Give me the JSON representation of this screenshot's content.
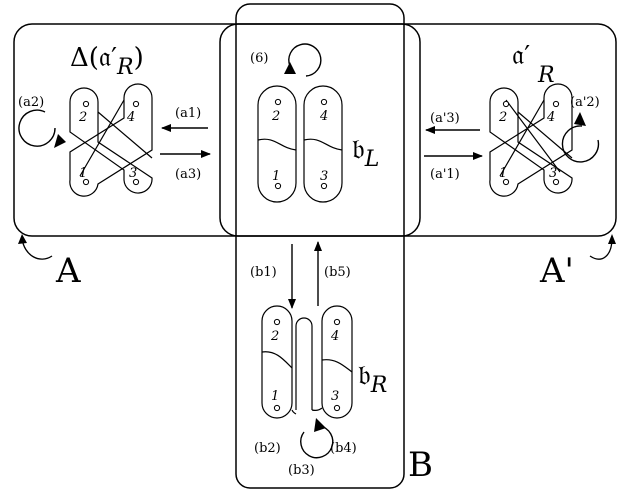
{
  "labels": {
    "a1": "(a1)",
    "a2": "(a2)",
    "a3": "(a3)",
    "ap1": "(a'1)",
    "ap2": "(a'2)",
    "ap3": "(a'3)",
    "b1": "(b1)",
    "b2": "(b2)",
    "b3": "(b3)",
    "b4": "(b4)",
    "b5": "(b5)",
    "six": "(6)"
  },
  "regions": {
    "A": "A",
    "A_prime": "A'",
    "B": "B"
  },
  "algebras": {
    "delta_prefix": "Δ(",
    "delta_a": "𝔞",
    "delta_prime": "′",
    "delta_sub": "R",
    "delta_close": ")",
    "ap_a": "𝔞",
    "ap_prime": "′",
    "ap_sub": "R",
    "bL_b": "𝔟",
    "bL_sub": "L",
    "bR_b": "𝔟",
    "bR_sub": "R"
  },
  "points": {
    "one": "1",
    "two": "2",
    "three": "3",
    "four": "4"
  }
}
